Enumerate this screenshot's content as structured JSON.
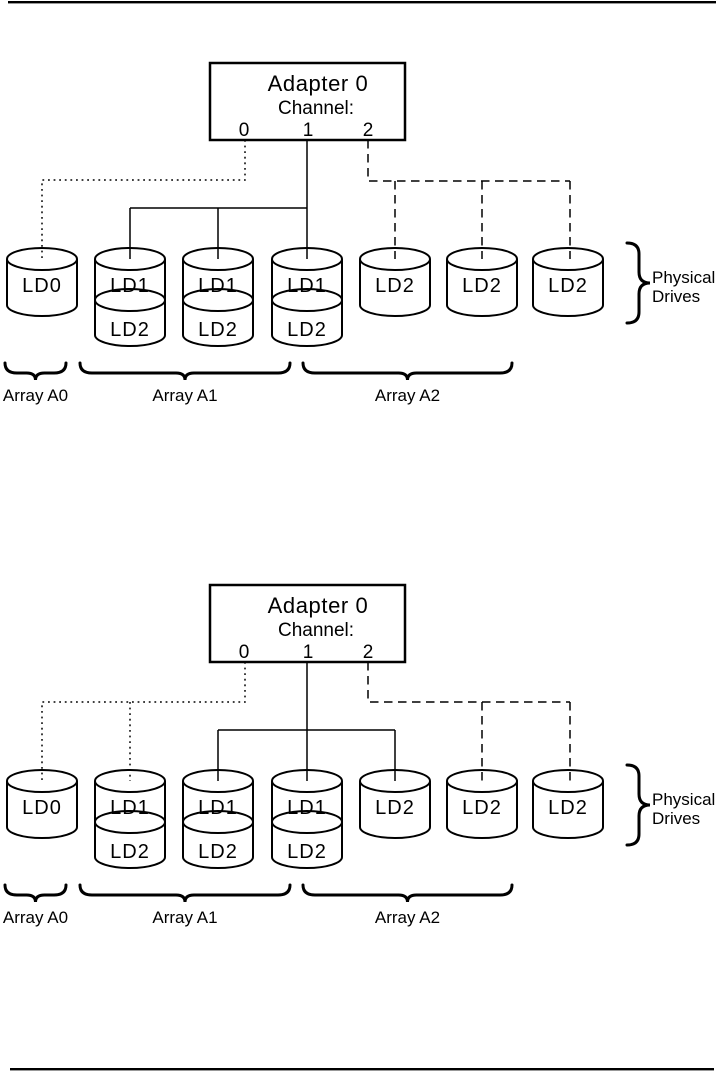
{
  "page": {
    "background_color": "#ffffff",
    "line_color": "#000000",
    "top_rule": true,
    "bottom_rule": true
  },
  "diagrams": [
    {
      "adapter": {
        "title": "Adapter 0",
        "channel_label": "Channel:",
        "channels": [
          "0",
          "1",
          "2"
        ]
      },
      "drives": [
        {
          "type": "single",
          "labels": [
            "LD0"
          ]
        },
        {
          "type": "double",
          "labels": [
            "LD1",
            "LD2"
          ]
        },
        {
          "type": "double",
          "labels": [
            "LD1",
            "LD2"
          ]
        },
        {
          "type": "double",
          "labels": [
            "LD1",
            "LD2"
          ]
        },
        {
          "type": "single",
          "labels": [
            "LD2"
          ]
        },
        {
          "type": "single",
          "labels": [
            "LD2"
          ]
        },
        {
          "type": "single",
          "labels": [
            "LD2"
          ]
        }
      ],
      "connections": [
        {
          "channel": "0",
          "line_style": "dotted",
          "drive_indexes": [
            0
          ]
        },
        {
          "channel": "1",
          "line_style": "solid",
          "drive_indexes": [
            1,
            2,
            3
          ]
        },
        {
          "channel": "2",
          "line_style": "dashed",
          "drive_indexes": [
            4,
            5,
            6
          ]
        }
      ],
      "arrays": [
        {
          "label": "Array A0",
          "drive_indexes": [
            0
          ]
        },
        {
          "label": "Array A1",
          "drive_indexes": [
            1,
            2,
            3
          ]
        },
        {
          "label": "Array A2",
          "drive_indexes": [
            4,
            5,
            6
          ]
        }
      ],
      "brace_label": {
        "line1": "Physical",
        "line2": "Drives"
      }
    },
    {
      "adapter": {
        "title": "Adapter 0",
        "channel_label": "Channel:",
        "channels": [
          "0",
          "1",
          "2"
        ]
      },
      "drives": [
        {
          "type": "single",
          "labels": [
            "LD0"
          ]
        },
        {
          "type": "double",
          "labels": [
            "LD1",
            "LD2"
          ]
        },
        {
          "type": "double",
          "labels": [
            "LD1",
            "LD2"
          ]
        },
        {
          "type": "double",
          "labels": [
            "LD1",
            "LD2"
          ]
        },
        {
          "type": "single",
          "labels": [
            "LD2"
          ]
        },
        {
          "type": "single",
          "labels": [
            "LD2"
          ]
        },
        {
          "type": "single",
          "labels": [
            "LD2"
          ]
        }
      ],
      "connections": [
        {
          "channel": "0",
          "line_style": "dotted",
          "drive_indexes": [
            0,
            1
          ]
        },
        {
          "channel": "1",
          "line_style": "solid",
          "drive_indexes": [
            2,
            3,
            4
          ]
        },
        {
          "channel": "2",
          "line_style": "dashed",
          "drive_indexes": [
            5,
            6
          ]
        }
      ],
      "arrays": [
        {
          "label": "Array A0",
          "drive_indexes": [
            0
          ]
        },
        {
          "label": "Array A1",
          "drive_indexes": [
            1,
            2,
            3
          ]
        },
        {
          "label": "Array A2",
          "drive_indexes": [
            4,
            5,
            6
          ]
        }
      ],
      "brace_label": {
        "line1": "Physical",
        "line2": "Drives"
      }
    }
  ]
}
